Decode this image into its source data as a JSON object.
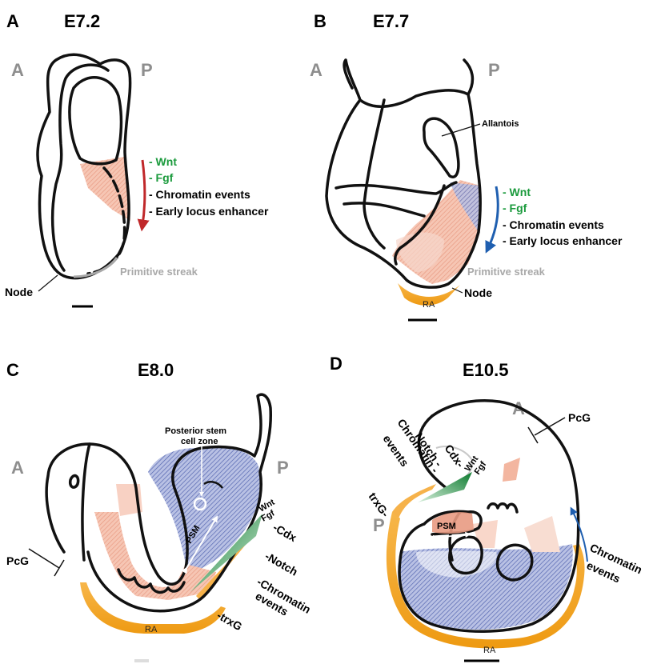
{
  "panels": {
    "a": {
      "letter": "A",
      "stage": "E7.2",
      "anterior": "A",
      "posterior": "P",
      "factors": [
        "- Wnt",
        "- Fgf"
      ],
      "events": [
        "- Chromatin events",
        "- Early locus enhancer"
      ],
      "streak_label": "Primitive streak",
      "node_label": "Node"
    },
    "b": {
      "letter": "B",
      "stage": "E7.7",
      "anterior": "A",
      "posterior": "P",
      "allantois_label": "Allantois",
      "factors": [
        "- Wnt",
        "- Fgf"
      ],
      "events": [
        "- Chromatin events",
        "- Early locus enhancer"
      ],
      "streak_label": "Primitive streak",
      "node_label": "Node",
      "ra_label": "RA"
    },
    "c": {
      "letter": "C",
      "stage": "E8.0",
      "anterior": "A",
      "posterior": "P",
      "stem_zone_label": [
        "Posterior stem",
        "cell zone"
      ],
      "psm_label": "PSM",
      "wnt": "Wnt",
      "fgf": "Fgf",
      "cdx": "-Cdx",
      "notch": "-Notch",
      "chromatin": [
        "-Chromatin",
        "events"
      ],
      "trxg": "-trxG",
      "pcg": "PcG",
      "ra_label": "RA"
    },
    "d": {
      "letter": "D",
      "stage": "E10.5",
      "anterior": "A",
      "posterior": "P",
      "pcg": "PcG",
      "cdx": "Cdx-",
      "notch": "Notch -",
      "chromatin": [
        "Chromatin -",
        "events"
      ],
      "wnt": "Wnt",
      "fgf": "Fgf",
      "trxg": "trxG-",
      "psm_label": "PSM",
      "chromatin_right": [
        "Chromatin",
        "events"
      ],
      "ra_label": "RA"
    }
  },
  "colors": {
    "wnt_fgf": "#1a9a3c",
    "red_arrow": "#c0282a",
    "blue_arrow": "#1f5fb0",
    "pink": "#f2b7a3",
    "blue": "#7f8fc9",
    "orange": "#f5a623",
    "grey": "#8e8e8e"
  }
}
